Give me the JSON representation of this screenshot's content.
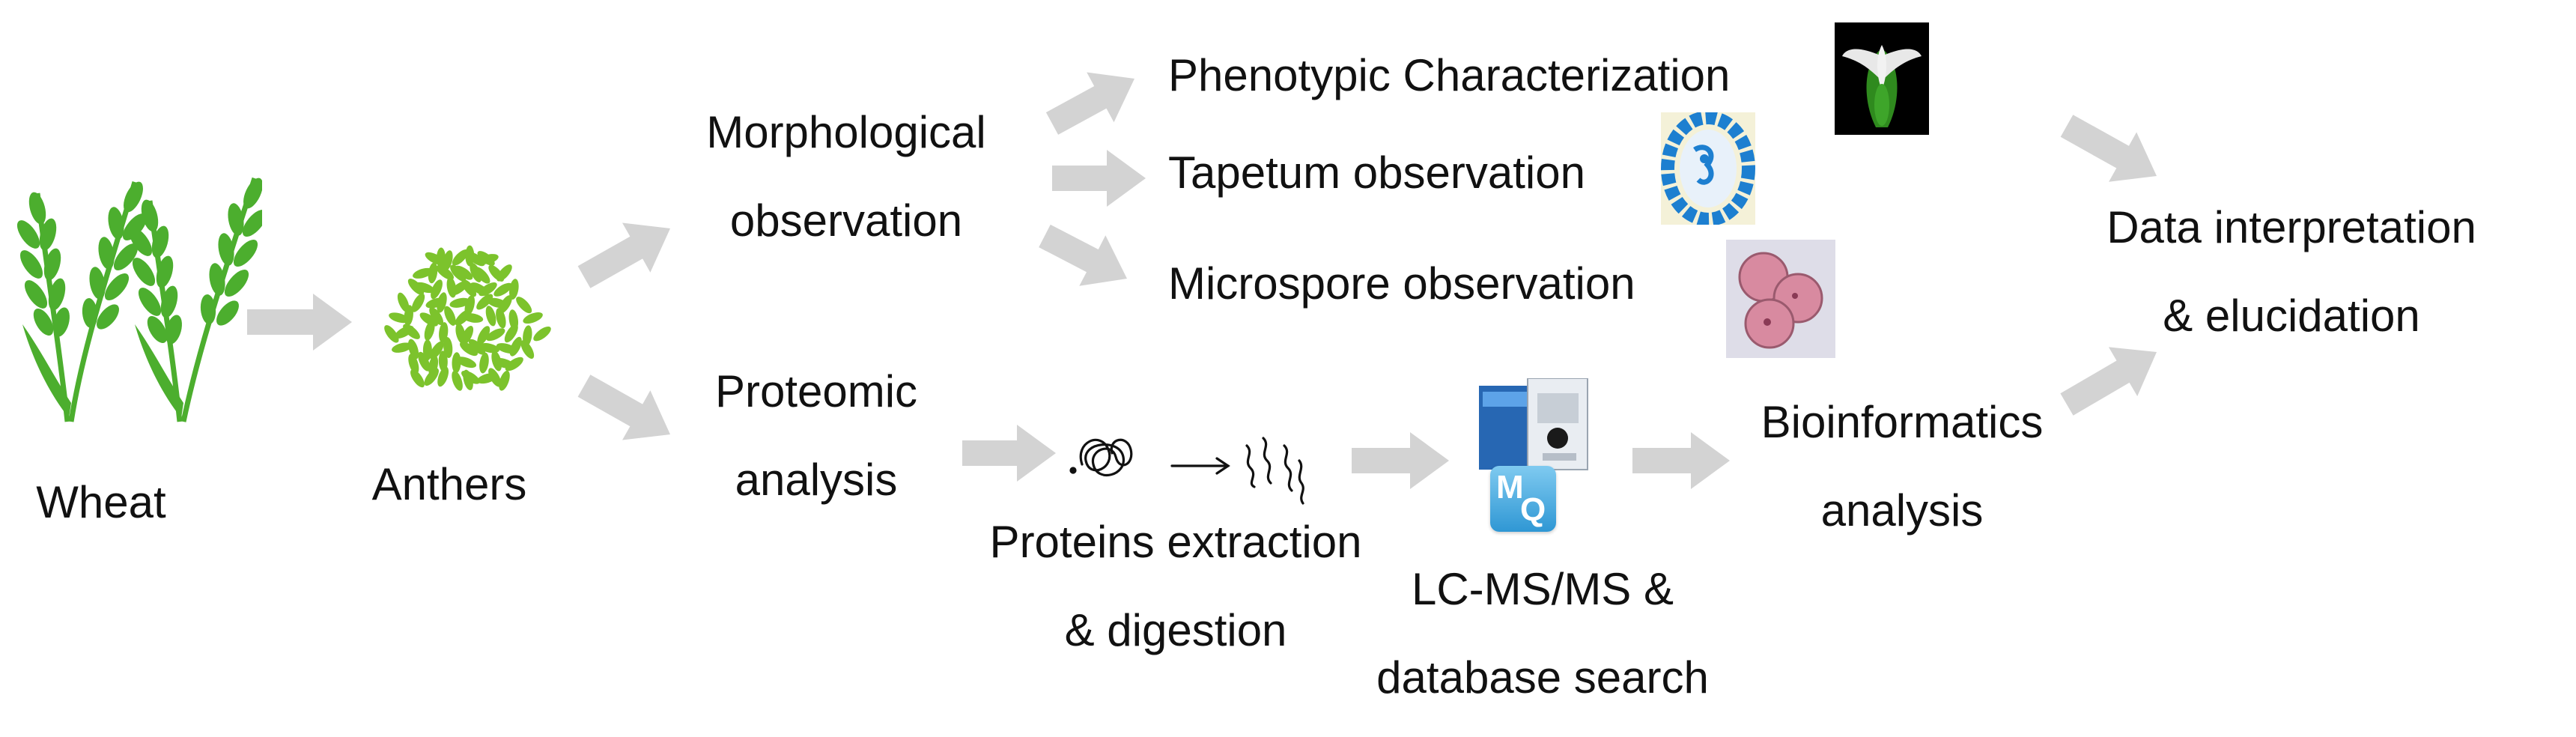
{
  "colors": {
    "arrow": "#d3d3d3",
    "wheat": "#4cae2e",
    "anther": "#7cc32c",
    "text": "#111111",
    "tapetum_blue": "#1d7fd0",
    "microspore_pink": "#d88aa0",
    "mq_blue": "#3da8dc"
  },
  "nodes": {
    "wheat": {
      "label": "Wheat"
    },
    "anthers": {
      "label": "Anthers"
    },
    "morphological": {
      "line1": "Morphological",
      "line2": "observation"
    },
    "proteomic": {
      "line1": "Proteomic",
      "line2": "analysis"
    },
    "phenotypic": {
      "label": "Phenotypic Characterization"
    },
    "tapetum": {
      "label": "Tapetum observation"
    },
    "microspore": {
      "label": "Microspore observation"
    },
    "extraction": {
      "line1": "Proteins extraction",
      "line2": "& digestion"
    },
    "lcms": {
      "line1": "LC-MS/MS &",
      "line2": "database search"
    },
    "bioinformatics": {
      "line1": "Bioinformatics",
      "line2": "analysis"
    },
    "interpretation": {
      "line1": "Data interpretation",
      "line2": "& elucidation"
    }
  },
  "icons": {
    "mq_logo": {
      "m": "M",
      "q": "Q"
    }
  }
}
